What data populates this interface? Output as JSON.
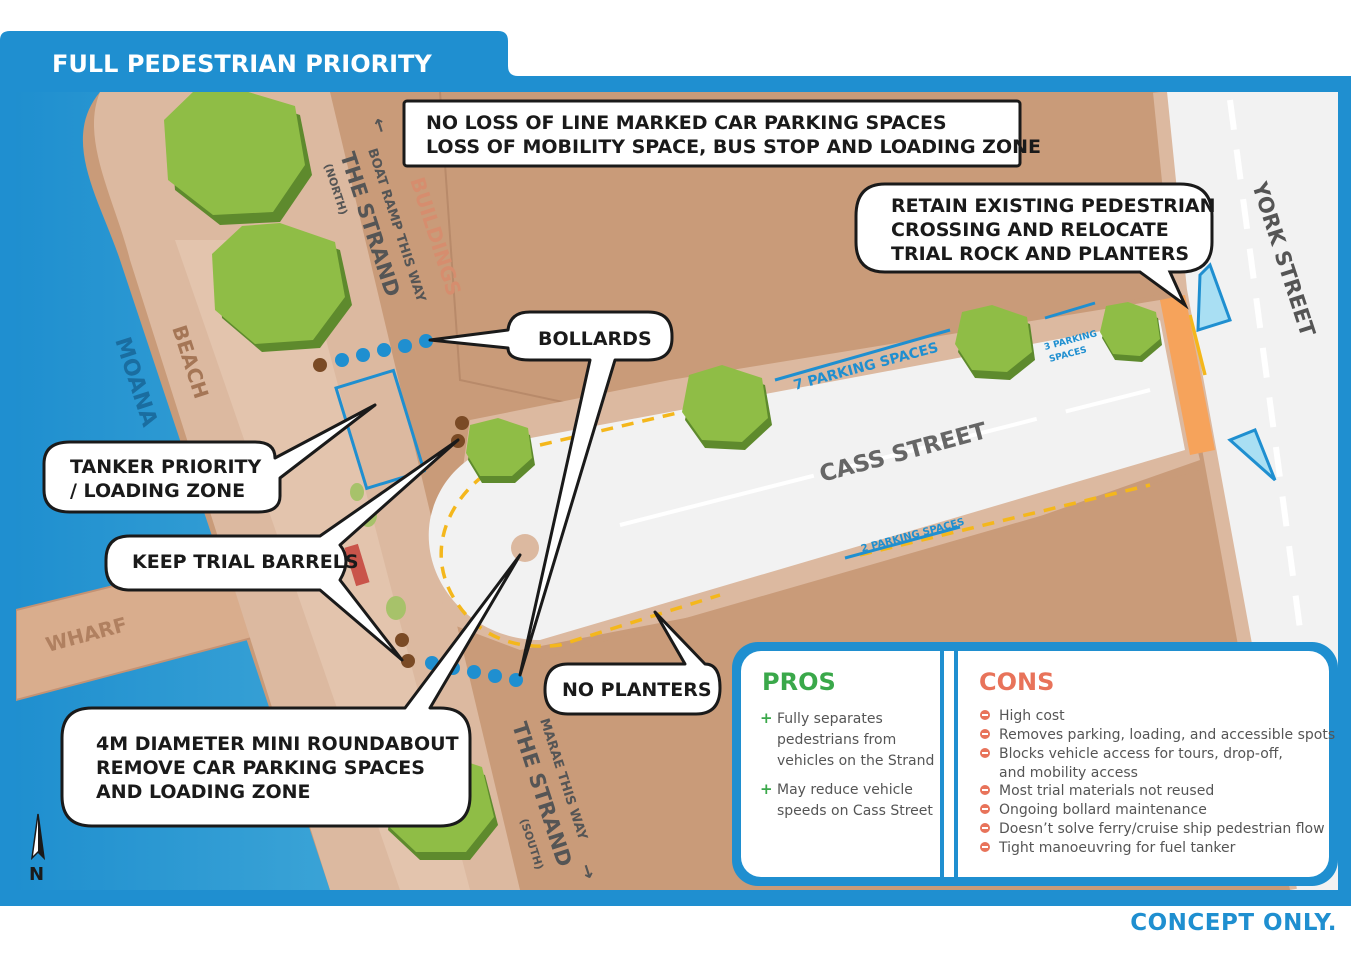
{
  "title": "FULL PEDESTRIAN PRIORITY",
  "footer": "CONCEPT ONLY.",
  "north_label": "N",
  "map_labels": {
    "moana": "MOANA",
    "beach": "BEACH",
    "wharf": "WHARF",
    "buildings": "BUILDINGS",
    "strand_north": "THE STRAND",
    "strand_north_sub": "(NORTH)",
    "boat_ramp": "BOAT RAMP THIS WAY",
    "strand_south": "THE STRAND",
    "strand_south_sub": "(SOUTH)",
    "marae": "MARAE THIS WAY",
    "cass_street": "CASS STREET",
    "york_street": "YORK STREET",
    "parking_7": "7 PARKING SPACES",
    "parking_3_line1": "3 PARKING",
    "parking_3_line2": "SPACES",
    "parking_2": "2 PARKING SPACES"
  },
  "callouts": {
    "top_notice_line1": "NO LOSS OF LINE MARKED CAR PARKING SPACES",
    "top_notice_line2": "LOSS OF MOBILITY SPACE, BUS STOP AND LOADING ZONE",
    "retain_line1": "RETAIN EXISTING PEDESTRIAN",
    "retain_line2": "CROSSING AND RELOCATE",
    "retain_line3": "TRIAL ROCK AND PLANTERS",
    "bollards": "BOLLARDS",
    "tanker_line1": "TANKER PRIORITY",
    "tanker_line2": "/ LOADING ZONE",
    "barrels": "KEEP TRIAL BARRELS",
    "no_planters": "NO PLANTERS",
    "roundabout_line1": "4M DIAMETER MINI ROUNDABOUT",
    "roundabout_line2": "REMOVE CAR PARKING SPACES",
    "roundabout_line3": "AND LOADING ZONE"
  },
  "pros": {
    "heading": "PROS",
    "items": [
      {
        "line1": "Fully separates",
        "line2": "pedestrians from",
        "line3": "vehicles on the Strand"
      },
      {
        "line1": "May reduce vehicle",
        "line2": "speeds on Cass Street",
        "line3": ""
      }
    ]
  },
  "cons": {
    "heading": "CONS",
    "items": [
      {
        "line1": "High cost",
        "line2": ""
      },
      {
        "line1": "Removes parking, loading, and accessible spots",
        "line2": ""
      },
      {
        "line1": "Blocks vehicle access for tours, drop-off,",
        "line2": "and mobility access"
      },
      {
        "line1": "Most trial materials not reused",
        "line2": ""
      },
      {
        "line1": "Ongoing bollard maintenance",
        "line2": ""
      },
      {
        "line1": "Doesn’t solve ferry/cruise ship pedestrian flow",
        "line2": ""
      },
      {
        "line1": "Tight manoeuvring for fuel tanker",
        "line2": ""
      }
    ]
  },
  "colors": {
    "frame_blue": "#1f8fd0",
    "water": "#2a9bd3",
    "land": "#c99b79",
    "sidewalk": "#dcb9a0",
    "road": "#f2f2f2",
    "tree": "#8fbd46",
    "tree_dark": "#5e8a2d",
    "bollard": "#1f8fd0",
    "yellow_line": "#f4b71c",
    "crossing": "#f6a35b",
    "pros_green": "#3aa84a",
    "cons_red": "#e8735a"
  }
}
